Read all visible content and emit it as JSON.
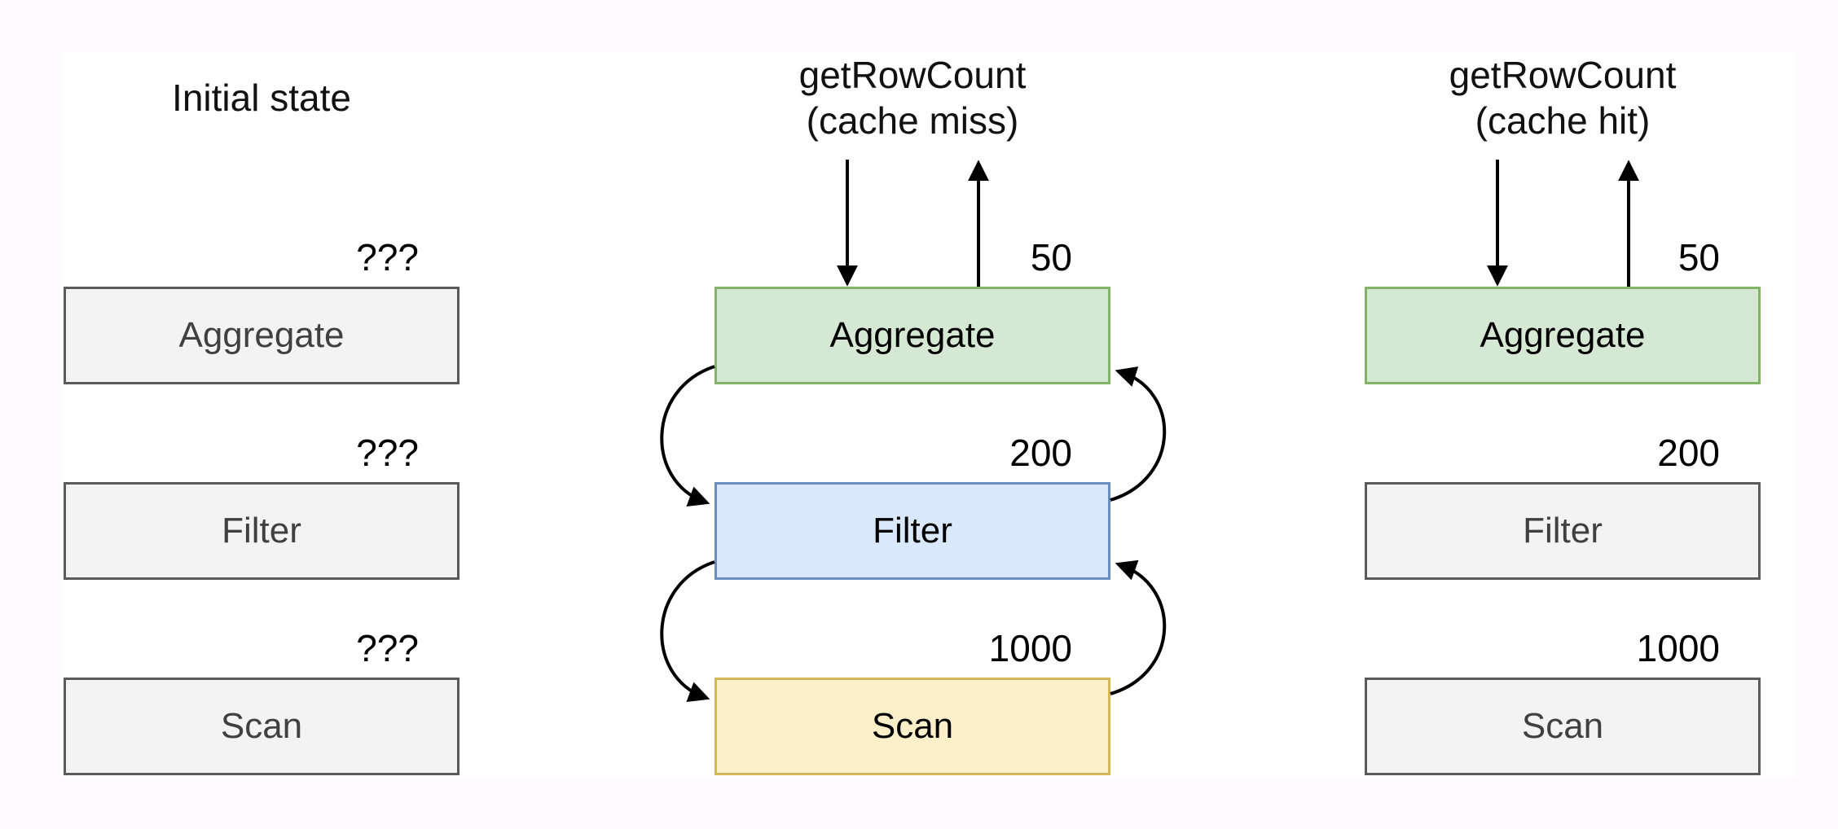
{
  "diagram": {
    "page_background": "#fcfafd",
    "canvas_background": "#ffffff",
    "palette": {
      "gray_fill": "#f3f3f3",
      "gray_border": "#5b5b5b",
      "gray_text": "#404040",
      "green_fill": "#d5e8d4",
      "green_border": "#82b366",
      "blue_fill": "#dae8fc",
      "blue_border": "#6c8ebf",
      "yellow_fill": "#fbf0ca",
      "yellow_border": "#d6b656",
      "arrow_color": "#000000"
    },
    "columns": [
      {
        "id": "initial",
        "title": [
          "Initial state"
        ],
        "nodes": [
          {
            "label": "Aggregate",
            "value": "???",
            "style": "gray"
          },
          {
            "label": "Filter",
            "value": "???",
            "style": "gray"
          },
          {
            "label": "Scan",
            "value": "???",
            "style": "gray"
          }
        ]
      },
      {
        "id": "cache-miss",
        "title": [
          "getRowCount",
          "(cache miss)"
        ],
        "nodes": [
          {
            "label": "Aggregate",
            "value": "50",
            "style": "green"
          },
          {
            "label": "Filter",
            "value": "200",
            "style": "blue"
          },
          {
            "label": "Scan",
            "value": "1000",
            "style": "yellow"
          }
        ]
      },
      {
        "id": "cache-hit",
        "title": [
          "getRowCount",
          "(cache hit)"
        ],
        "nodes": [
          {
            "label": "Aggregate",
            "value": "50",
            "style": "green"
          },
          {
            "label": "Filter",
            "value": "200",
            "style": "gray"
          },
          {
            "label": "Scan",
            "value": "1000",
            "style": "gray"
          }
        ]
      }
    ]
  }
}
